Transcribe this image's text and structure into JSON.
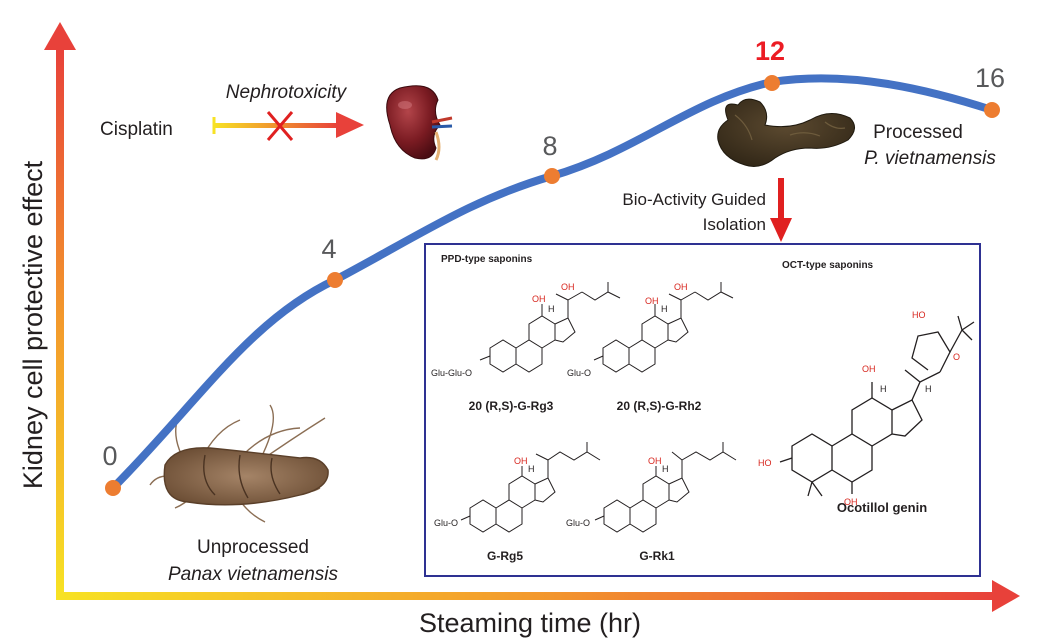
{
  "axes": {
    "y_label": "Kidney cell protective effect",
    "x_label": "Steaming time (hr)"
  },
  "curve_points": [
    {
      "label": "0",
      "highlight": false
    },
    {
      "label": "4",
      "highlight": false
    },
    {
      "label": "8",
      "highlight": false
    },
    {
      "label": "12",
      "highlight": true
    },
    {
      "label": "16",
      "highlight": false
    }
  ],
  "colors": {
    "curve": "#4472c4",
    "point": "#ed7d31",
    "highlight": "#ec1c24",
    "axis_start": "#f7e224",
    "axis_end": "#e8413a",
    "box_border": "#2e3192"
  },
  "cisplatin": {
    "drug": "Cisplatin",
    "effect": "Nephrotoxicity",
    "organ_icon": "kidney-icon"
  },
  "samples": {
    "unprocessed_line1": "Unprocessed",
    "unprocessed_line2": "Panax vietnamensis",
    "processed_line1": "Processed",
    "processed_line2": "P. vietnamensis"
  },
  "isolation": {
    "line1": "Bio-Activity Guided",
    "line2": "Isolation"
  },
  "saponins": {
    "ppd_title": "PPD-type saponins",
    "oct_title": "OCT-type saponins",
    "compounds": [
      {
        "name": "20 (R,S)-G-Rg3",
        "sugar": "Glu-Glu-O"
      },
      {
        "name": "20 (R,S)-G-Rh2",
        "sugar": "Glu-O"
      },
      {
        "name": "G-Rg5",
        "sugar": "Glu-O"
      },
      {
        "name": "G-Rk1",
        "sugar": "Glu-O"
      },
      {
        "name": "Ocotillol genin",
        "sugar": "HO"
      }
    ],
    "atom_labels": {
      "hydroxyl": "OH",
      "hydrogen": "H",
      "oxygen": "O",
      "hydroxyl_left": "HO"
    }
  }
}
